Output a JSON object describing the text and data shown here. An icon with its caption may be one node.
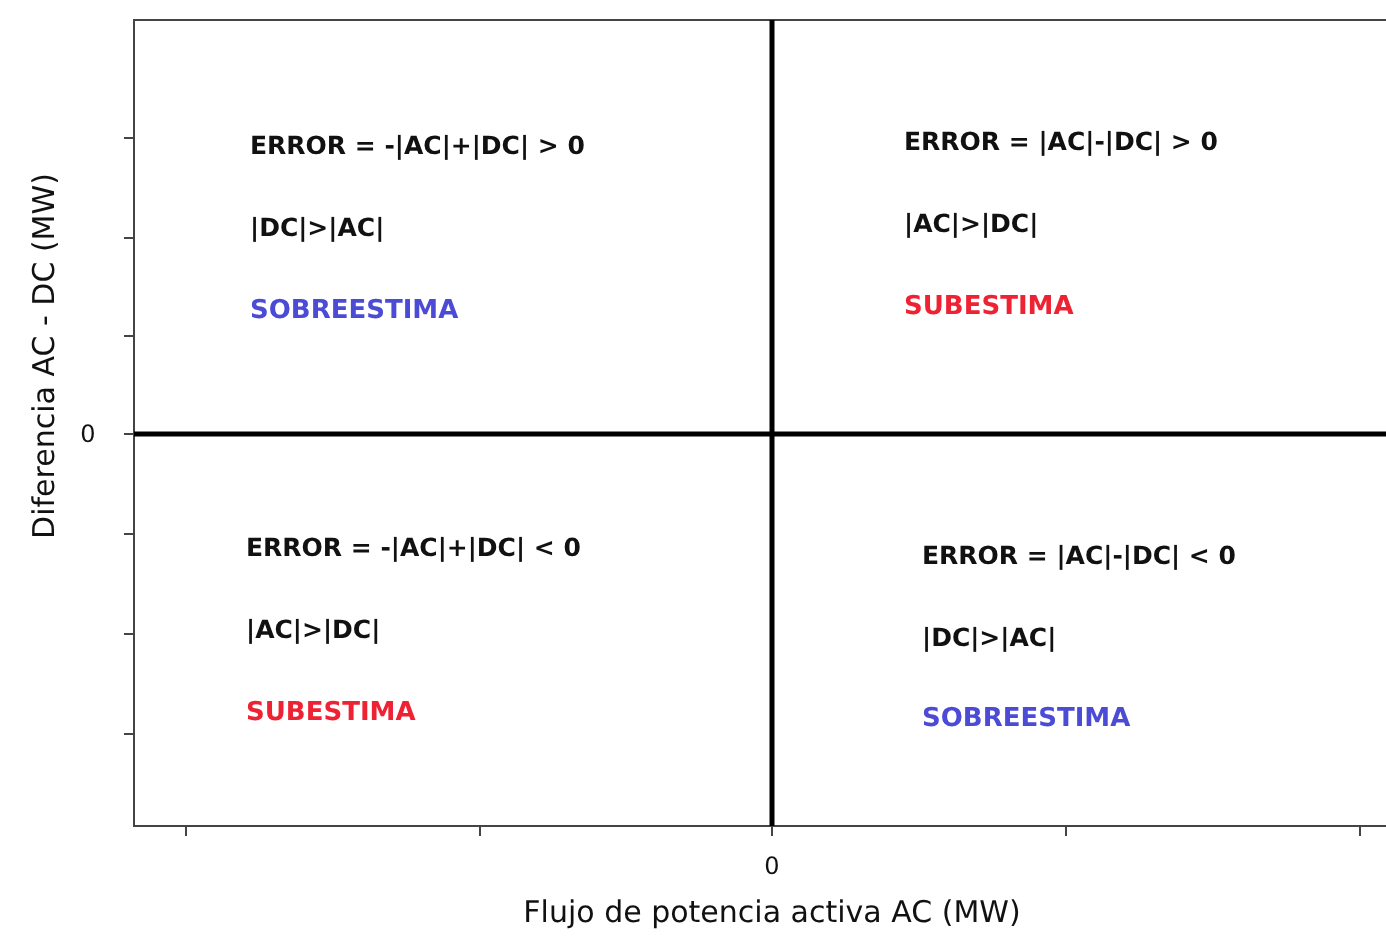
{
  "diagram": {
    "labels": [
      "ERROR = -|AC|+|DC| > 0",
      "|DC|>|AC|",
      "SOBREESTIMA",
      "ERROR = |AC|-|DC| > 0",
      "|AC|>|DC|",
      "SUBESTIMA",
      "Diferencia AC - DC  (MW)",
      "0",
      "ERROR = -|AC|+|DC| < 0",
      "|AC|>|DC|",
      "SUBESTIMA",
      "ERROR = |AC|-|DC| < 0",
      "|DC|>|AC|",
      "SOBREESTIMA",
      "0",
      "Flujo de potencia activa AC (MW)"
    ]
  }
}
